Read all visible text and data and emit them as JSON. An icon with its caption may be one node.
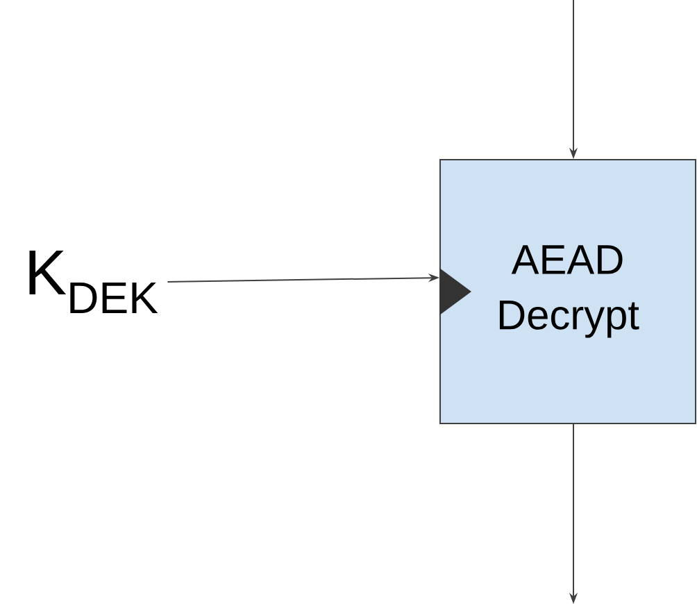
{
  "diagram": {
    "nodes": [
      {
        "text": [
          "AEAD Decrypt"
        ]
      },
      {
        "text": [
          "K$_{DEK}$"
        ]
      }
    ],
    "edges": [
      {
        "from": null,
        "to": 0,
        "arrow": "to"
      },
      {
        "from": 1,
        "to": 0,
        "arrow": "to"
      },
      {
        "from": 0,
        "to": null,
        "arrow": "to"
      }
    ]
  }
}
